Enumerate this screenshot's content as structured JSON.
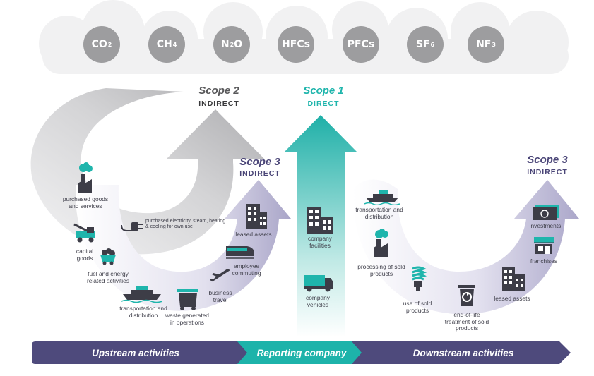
{
  "gases": [
    {
      "base": "CO",
      "sub": "2"
    },
    {
      "base": "CH",
      "sub": "4"
    },
    {
      "base": "N",
      "sub": "2",
      "tail": "O"
    },
    {
      "base": "HFCs",
      "sub": ""
    },
    {
      "base": "PFCs",
      "sub": ""
    },
    {
      "base": "SF",
      "sub": "6"
    },
    {
      "base": "NF",
      "sub": "3"
    }
  ],
  "scope2": {
    "title": "Scope 2",
    "subtitle": "INDIRECT"
  },
  "scope1": {
    "title": "Scope 1",
    "subtitle": "DIRECT"
  },
  "scope3_up": {
    "title": "Scope 3",
    "subtitle": "INDIRECT"
  },
  "scope3_down": {
    "title": "Scope 3",
    "subtitle": "INDIRECT"
  },
  "upstream": {
    "purchased_goods": "purchased goods and services",
    "capital_goods": "capital goods",
    "fuel_energy": "fuel and energy related activities",
    "transport": "transportation and distribution",
    "waste": "waste generated in operations",
    "business_travel": "business travel",
    "commuting": "employee commuting",
    "leased_assets": "leased assets"
  },
  "scope2_item": "purchased electricity, steam, heating & cooling for own use",
  "company": {
    "facilities": "company facilities",
    "vehicles": "company vehicles"
  },
  "downstream": {
    "transport": "transportation and distribution",
    "processing": "processing of sold products",
    "use": "use of sold products",
    "eol": "end-of-life treatment of sold products",
    "leased_assets": "leased assets",
    "franchises": "franchises",
    "investments": "investments"
  },
  "bands": {
    "upstream": "Upstream activities",
    "reporting": "Reporting company",
    "downstream": "Downstream activities"
  },
  "colors": {
    "gas_circle": "#9d9d9f",
    "scope2": "#58585a",
    "scope1": "#1fb5ac",
    "scope3": "#4a4577",
    "band_purple": "#4e4a7c",
    "band_teal": "#1db3aa",
    "icon_dark": "#3d3d47",
    "icon_teal": "#1fb5ac"
  }
}
